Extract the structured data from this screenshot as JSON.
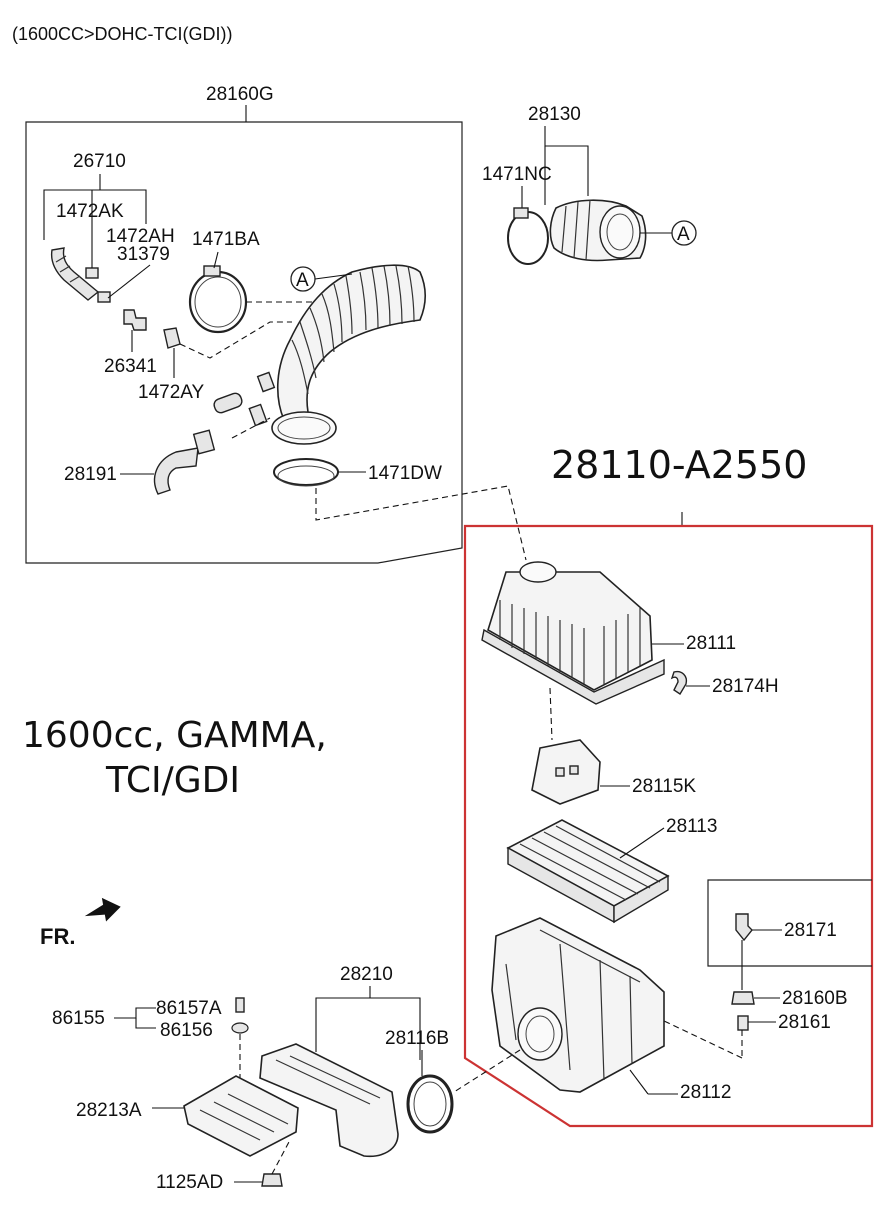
{
  "header": {
    "engine_code": "(1600CC>DOHC-TCI(GDI))"
  },
  "assembly": {
    "part_number": "28110-A2550",
    "accent_color": "#cc3333"
  },
  "engine_note": {
    "line1": "1600cc, GAMMA,",
    "line2": "TCI/GDI"
  },
  "direction_marker": {
    "label": "FR."
  },
  "callout": {
    "letter": "A"
  },
  "labels": {
    "hose_assy": "28160G",
    "p26710": "26710",
    "p1472AK": "1472AK",
    "p1472AH": "1472AH",
    "p31379": "31379",
    "p1471BA": "1471BA",
    "p26341": "26341",
    "p1472AY": "1472AY",
    "p28191": "28191",
    "p1471DW": "1471DW",
    "p28130": "28130",
    "p1471NC": "1471NC",
    "p28111": "28111",
    "p28174H": "28174H",
    "p28115K": "28115K",
    "p28113": "28113",
    "p28171": "28171",
    "p28160B": "28160B",
    "p28161": "28161",
    "p28112": "28112",
    "p28210": "28210",
    "p28116B": "28116B",
    "p86155": "86155",
    "p86157A": "86157A",
    "p86156": "86156",
    "p28213A": "28213A",
    "p1125AD": "1125AD"
  }
}
